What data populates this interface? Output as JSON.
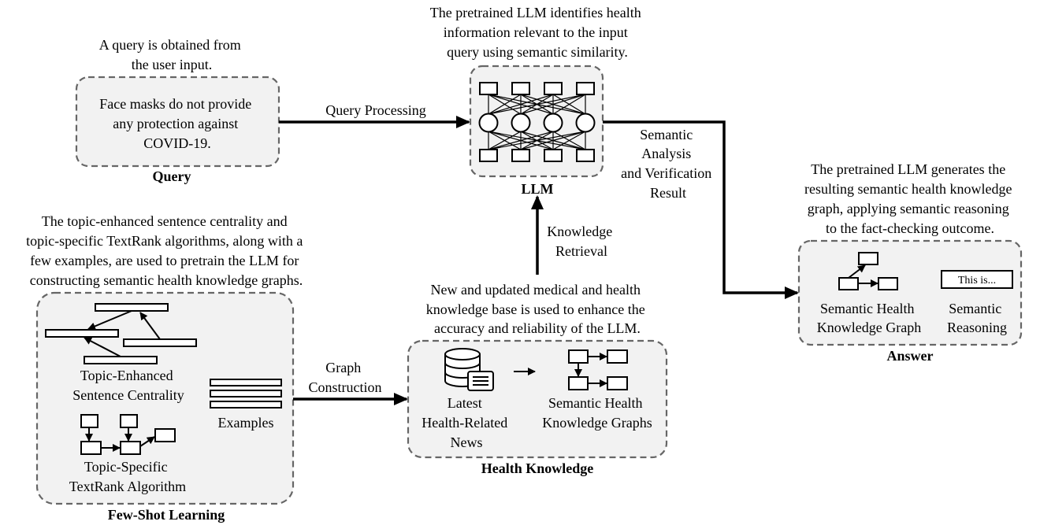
{
  "query": {
    "caption": [
      "A query is obtained from",
      "the user input."
    ],
    "text": [
      "Face masks do not provide",
      "any protection against",
      "COVID-19."
    ],
    "label": "Query"
  },
  "llm": {
    "caption": [
      "The pretrained LLM identifies health",
      "information relevant to the input",
      "query using semantic similarity."
    ],
    "label": "LLM"
  },
  "arrows": {
    "query_processing": "Query Processing",
    "semantic_analysis": [
      "Semantic",
      "Analysis",
      "and Verification",
      "Result"
    ],
    "knowledge_retrieval": [
      "Knowledge",
      "Retrieval"
    ],
    "graph_construction": [
      "Graph",
      "Construction"
    ]
  },
  "answer": {
    "caption": [
      "The pretrained LLM generates the",
      "resulting semantic health knowledge",
      "graph, applying semantic reasoning",
      "to the fact-checking outcome."
    ],
    "graph_label": [
      "Semantic Health",
      "Knowledge Graph"
    ],
    "reasoning_label": [
      "Semantic",
      "Reasoning"
    ],
    "reasoning_box_text": "This is...",
    "label": "Answer"
  },
  "few_shot": {
    "caption": [
      "The topic-enhanced sentence centrality and",
      "topic-specific TextRank algorithms, along with a",
      "few examples, are used to pretrain the LLM for",
      "constructing semantic health knowledge graphs."
    ],
    "centrality_label": [
      "Topic-Enhanced",
      "Sentence Centrality"
    ],
    "examples_label": "Examples",
    "textrank_label": [
      "Topic-Specific",
      "TextRank Algorithm"
    ],
    "label": "Few-Shot Learning"
  },
  "health": {
    "caption": [
      "New and updated medical and health",
      "knowledge base is used to enhance the",
      "accuracy and reliability of the LLM."
    ],
    "news_label": [
      "Latest",
      "Health-Related",
      "News"
    ],
    "graphs_label": [
      "Semantic Health",
      "Knowledge Graphs"
    ],
    "label": "Health Knowledge"
  }
}
